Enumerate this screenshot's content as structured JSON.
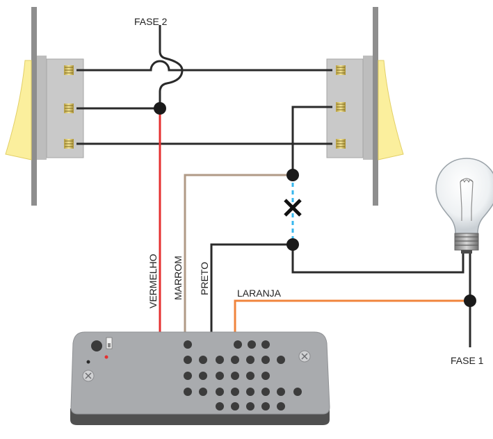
{
  "labels": {
    "fase2": "FASE 2",
    "fase1": "FASE 1",
    "vermelho": "VERMELHO",
    "marrom": "MARROM",
    "preto": "PRETO",
    "laranja": "LARANJA"
  },
  "colors": {
    "red_wire": "#e53030",
    "brown_wire": "#b09a86",
    "orange_wire": "#f0843c",
    "black_wire": "#2a2a2a",
    "cut_wire": "#37b7ee",
    "switch_body": "#c7c7c7",
    "rocker": "#fbef9d",
    "plate": "#8c8c8c",
    "module_body": "#a9abae",
    "module_base": "#505050"
  },
  "icons": {
    "cut_mark": "x-mark-icon",
    "bulb": "light-bulb-icon",
    "screw": "screw-terminal-icon"
  }
}
